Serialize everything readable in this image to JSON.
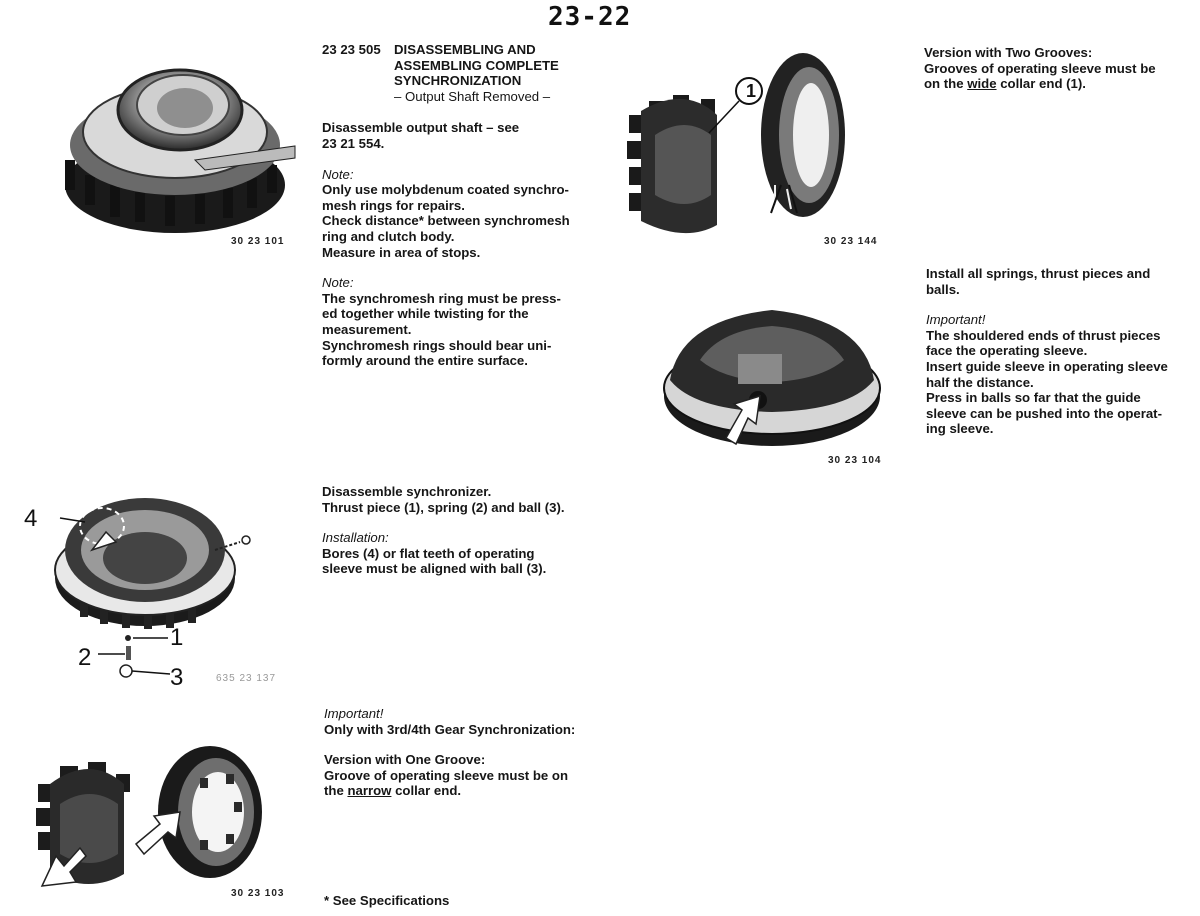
{
  "page_number": "23-22",
  "section": {
    "code": "23 23 505",
    "title_lines": [
      "DISASSEMBLING AND",
      "ASSEMBLING COMPLETE",
      "SYNCHRONIZATION"
    ],
    "subtitle": "– Output Shaft Removed –"
  },
  "block1": {
    "line1": "Disassemble output shaft – see",
    "line2": "23 21 554.",
    "note_label": "Note:",
    "note_lines": [
      "Only use molybdenum coated synchro-",
      "mesh rings for repairs.",
      "Check distance* between synchromesh",
      "ring and clutch body.",
      "Measure in area of stops."
    ],
    "note2_label": "Note:",
    "note2_lines": [
      "The synchromesh ring must be press-",
      "ed together while twisting for the",
      "measurement.",
      "Synchromesh rings should bear uni-",
      "formly around the entire surface."
    ]
  },
  "block2": {
    "lines": [
      "Disassemble synchronizer.",
      "Thrust piece (1), spring (2) and ball (3)."
    ],
    "install_label": "Installation:",
    "install_lines": [
      "Bores (4) or flat teeth of operating",
      "sleeve must be aligned with ball (3)."
    ]
  },
  "block3": {
    "important_label": "Important!",
    "important_line": "Only with 3rd/4th Gear Synchronization:",
    "version_label": "Version with One Groove:",
    "line_a": "Groove of operating sleeve must be on",
    "line_b_pre": "the ",
    "line_b_u": "narrow",
    "line_b_post": " collar end."
  },
  "footnote": "* See Specifications",
  "right1": {
    "version_label": "Version with Two Grooves:",
    "line_a": "Grooves of operating sleeve must be",
    "line_b_pre": "on the ",
    "line_b_u": "wide",
    "line_b_post": " collar end (1)."
  },
  "right2": {
    "lines": [
      "Install all springs, thrust pieces and",
      "balls."
    ],
    "important_label": "Important!",
    "important_lines": [
      "The shouldered ends of thrust pieces",
      "face the operating sleeve.",
      "Insert guide sleeve in operating sleeve",
      "half the distance.",
      "Press in balls so far that the guide",
      "sleeve can be pushed into the operat-",
      "ing sleeve."
    ]
  },
  "figures": {
    "fig1_code": "30 23 101",
    "fig2_code": "635 23 137",
    "fig3_code": "30 23 103",
    "fig4_code": "30 23 144",
    "fig5_code": "30 23 104",
    "callout_1": "1",
    "callout_2": "2",
    "callout_3": "3",
    "callout_4": "4",
    "circled_1": "1"
  }
}
